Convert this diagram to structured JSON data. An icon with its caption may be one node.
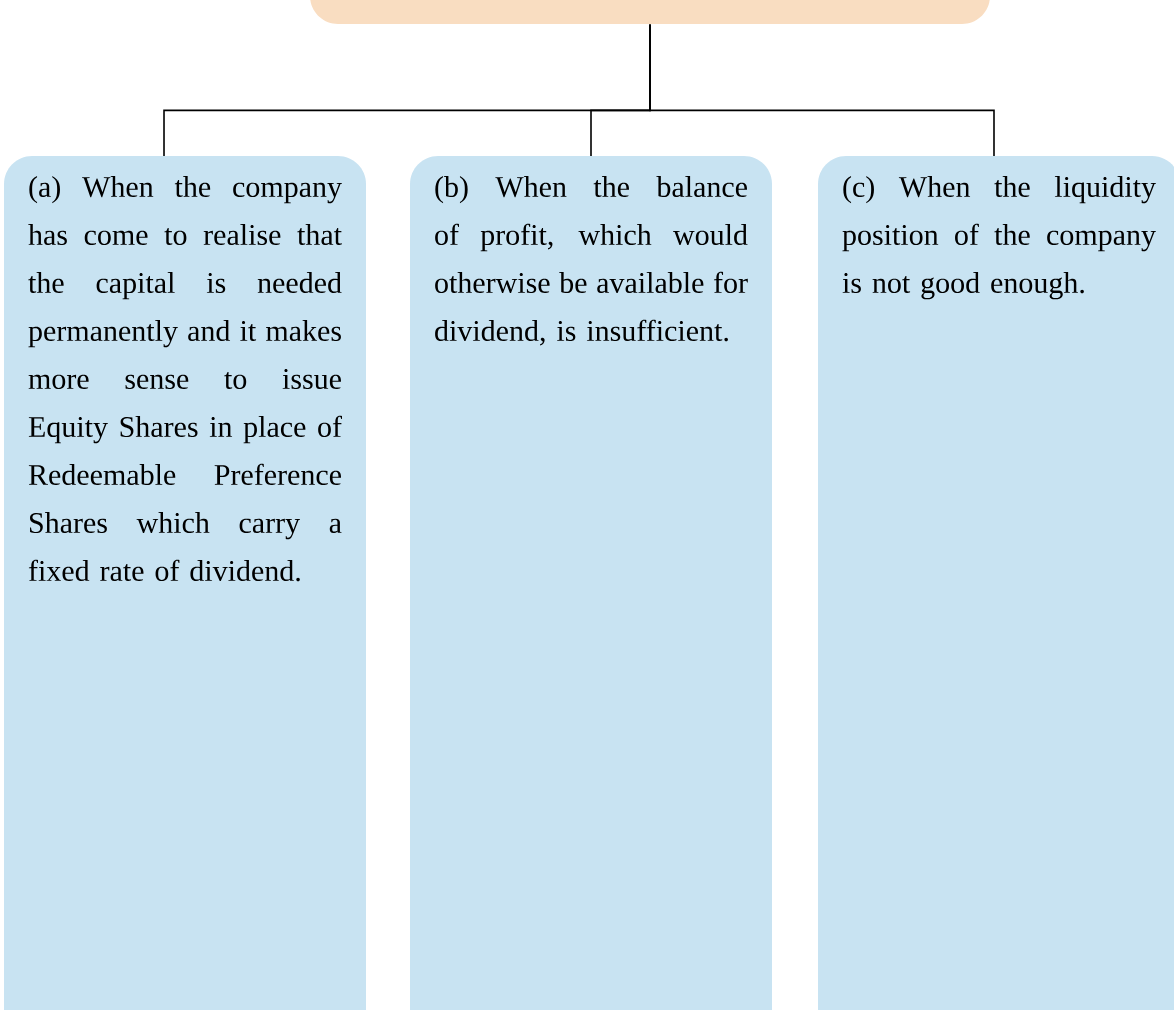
{
  "diagram": {
    "nodes": [
      {
        "text": [],
        "shape": "box"
      },
      {
        "text": [
          "(a) When the company has come to realise that the capital is needed permanently and it makes more sense to issue Equity Shares in place of Redeemable Preference Shares which carry a fixed rate of dividend."
        ]
      },
      {
        "text": [
          "(b) When the balance of profit, which would otherwise be available for dividend, is insufficient."
        ]
      },
      {
        "text": [
          "(c) When the liquidity position of the company is not good enough."
        ]
      }
    ],
    "edges": [
      {
        "from": 0,
        "to": 1,
        "arrow": "none"
      },
      {
        "from": 0,
        "to": 2,
        "arrow": "none"
      },
      {
        "from": 0,
        "to": 3,
        "arrow": "none"
      }
    ]
  }
}
